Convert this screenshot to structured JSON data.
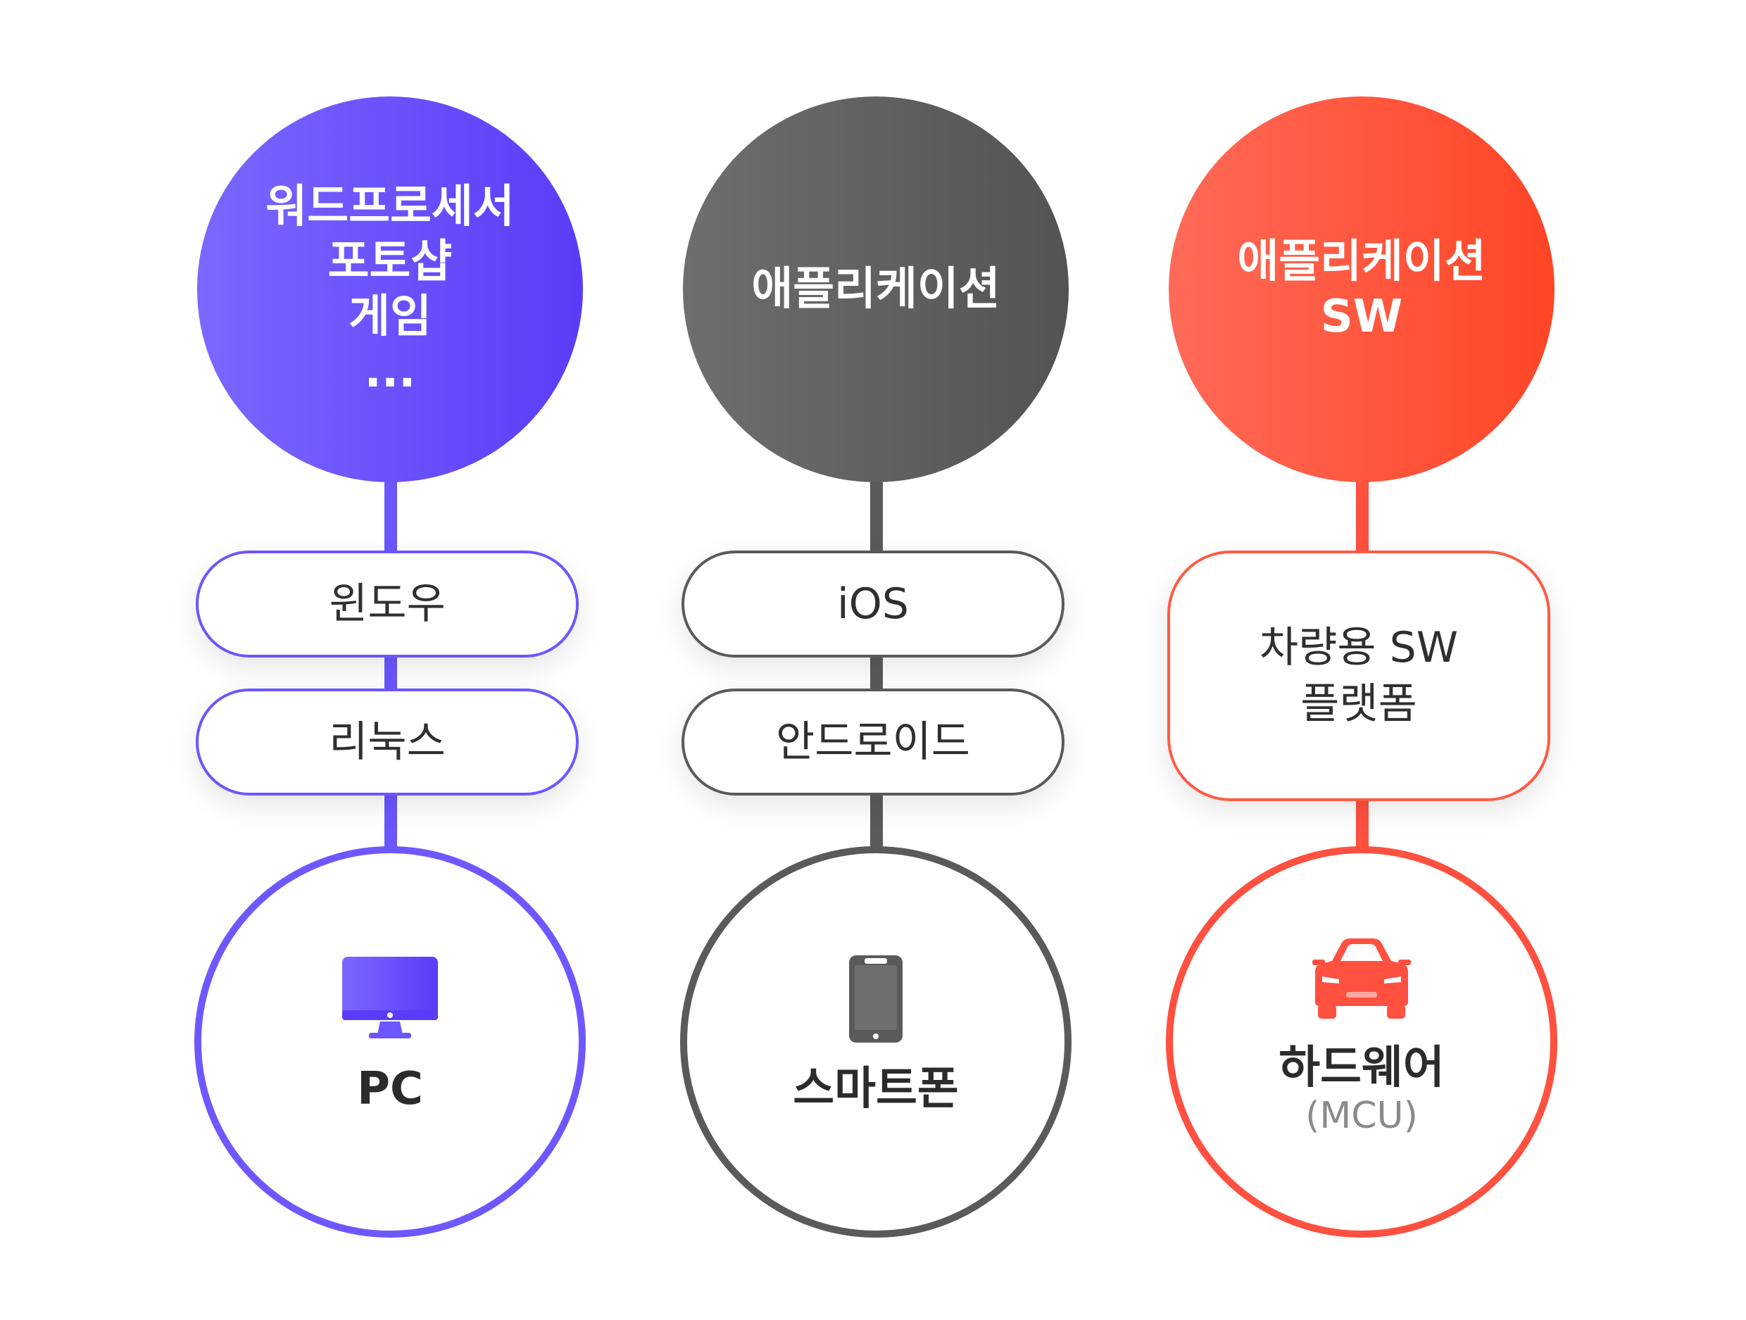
{
  "columns": [
    {
      "id": "pc",
      "top_lines": [
        "워드프로세서",
        "포토샵",
        "게임",
        "..."
      ],
      "middle": [
        "윈도우",
        "리눅스"
      ],
      "device_icon": "desktop-monitor-icon",
      "device_label": "PC",
      "device_sub": "",
      "accent": "#6b56ff"
    },
    {
      "id": "smartphone",
      "top_lines": [
        "애플리케이션"
      ],
      "middle": [
        "iOS",
        "안드로이드"
      ],
      "device_icon": "smartphone-icon",
      "device_label": "스마트폰",
      "device_sub": "",
      "accent": "#5a5a5a"
    },
    {
      "id": "hardware",
      "top_lines": [
        "애플리케이션",
        "SW"
      ],
      "middle": [
        "차량용 SW\n플랫폼"
      ],
      "device_icon": "car-icon",
      "device_label": "하드웨어",
      "device_sub": "(MCU)",
      "accent": "#ff5040"
    }
  ]
}
